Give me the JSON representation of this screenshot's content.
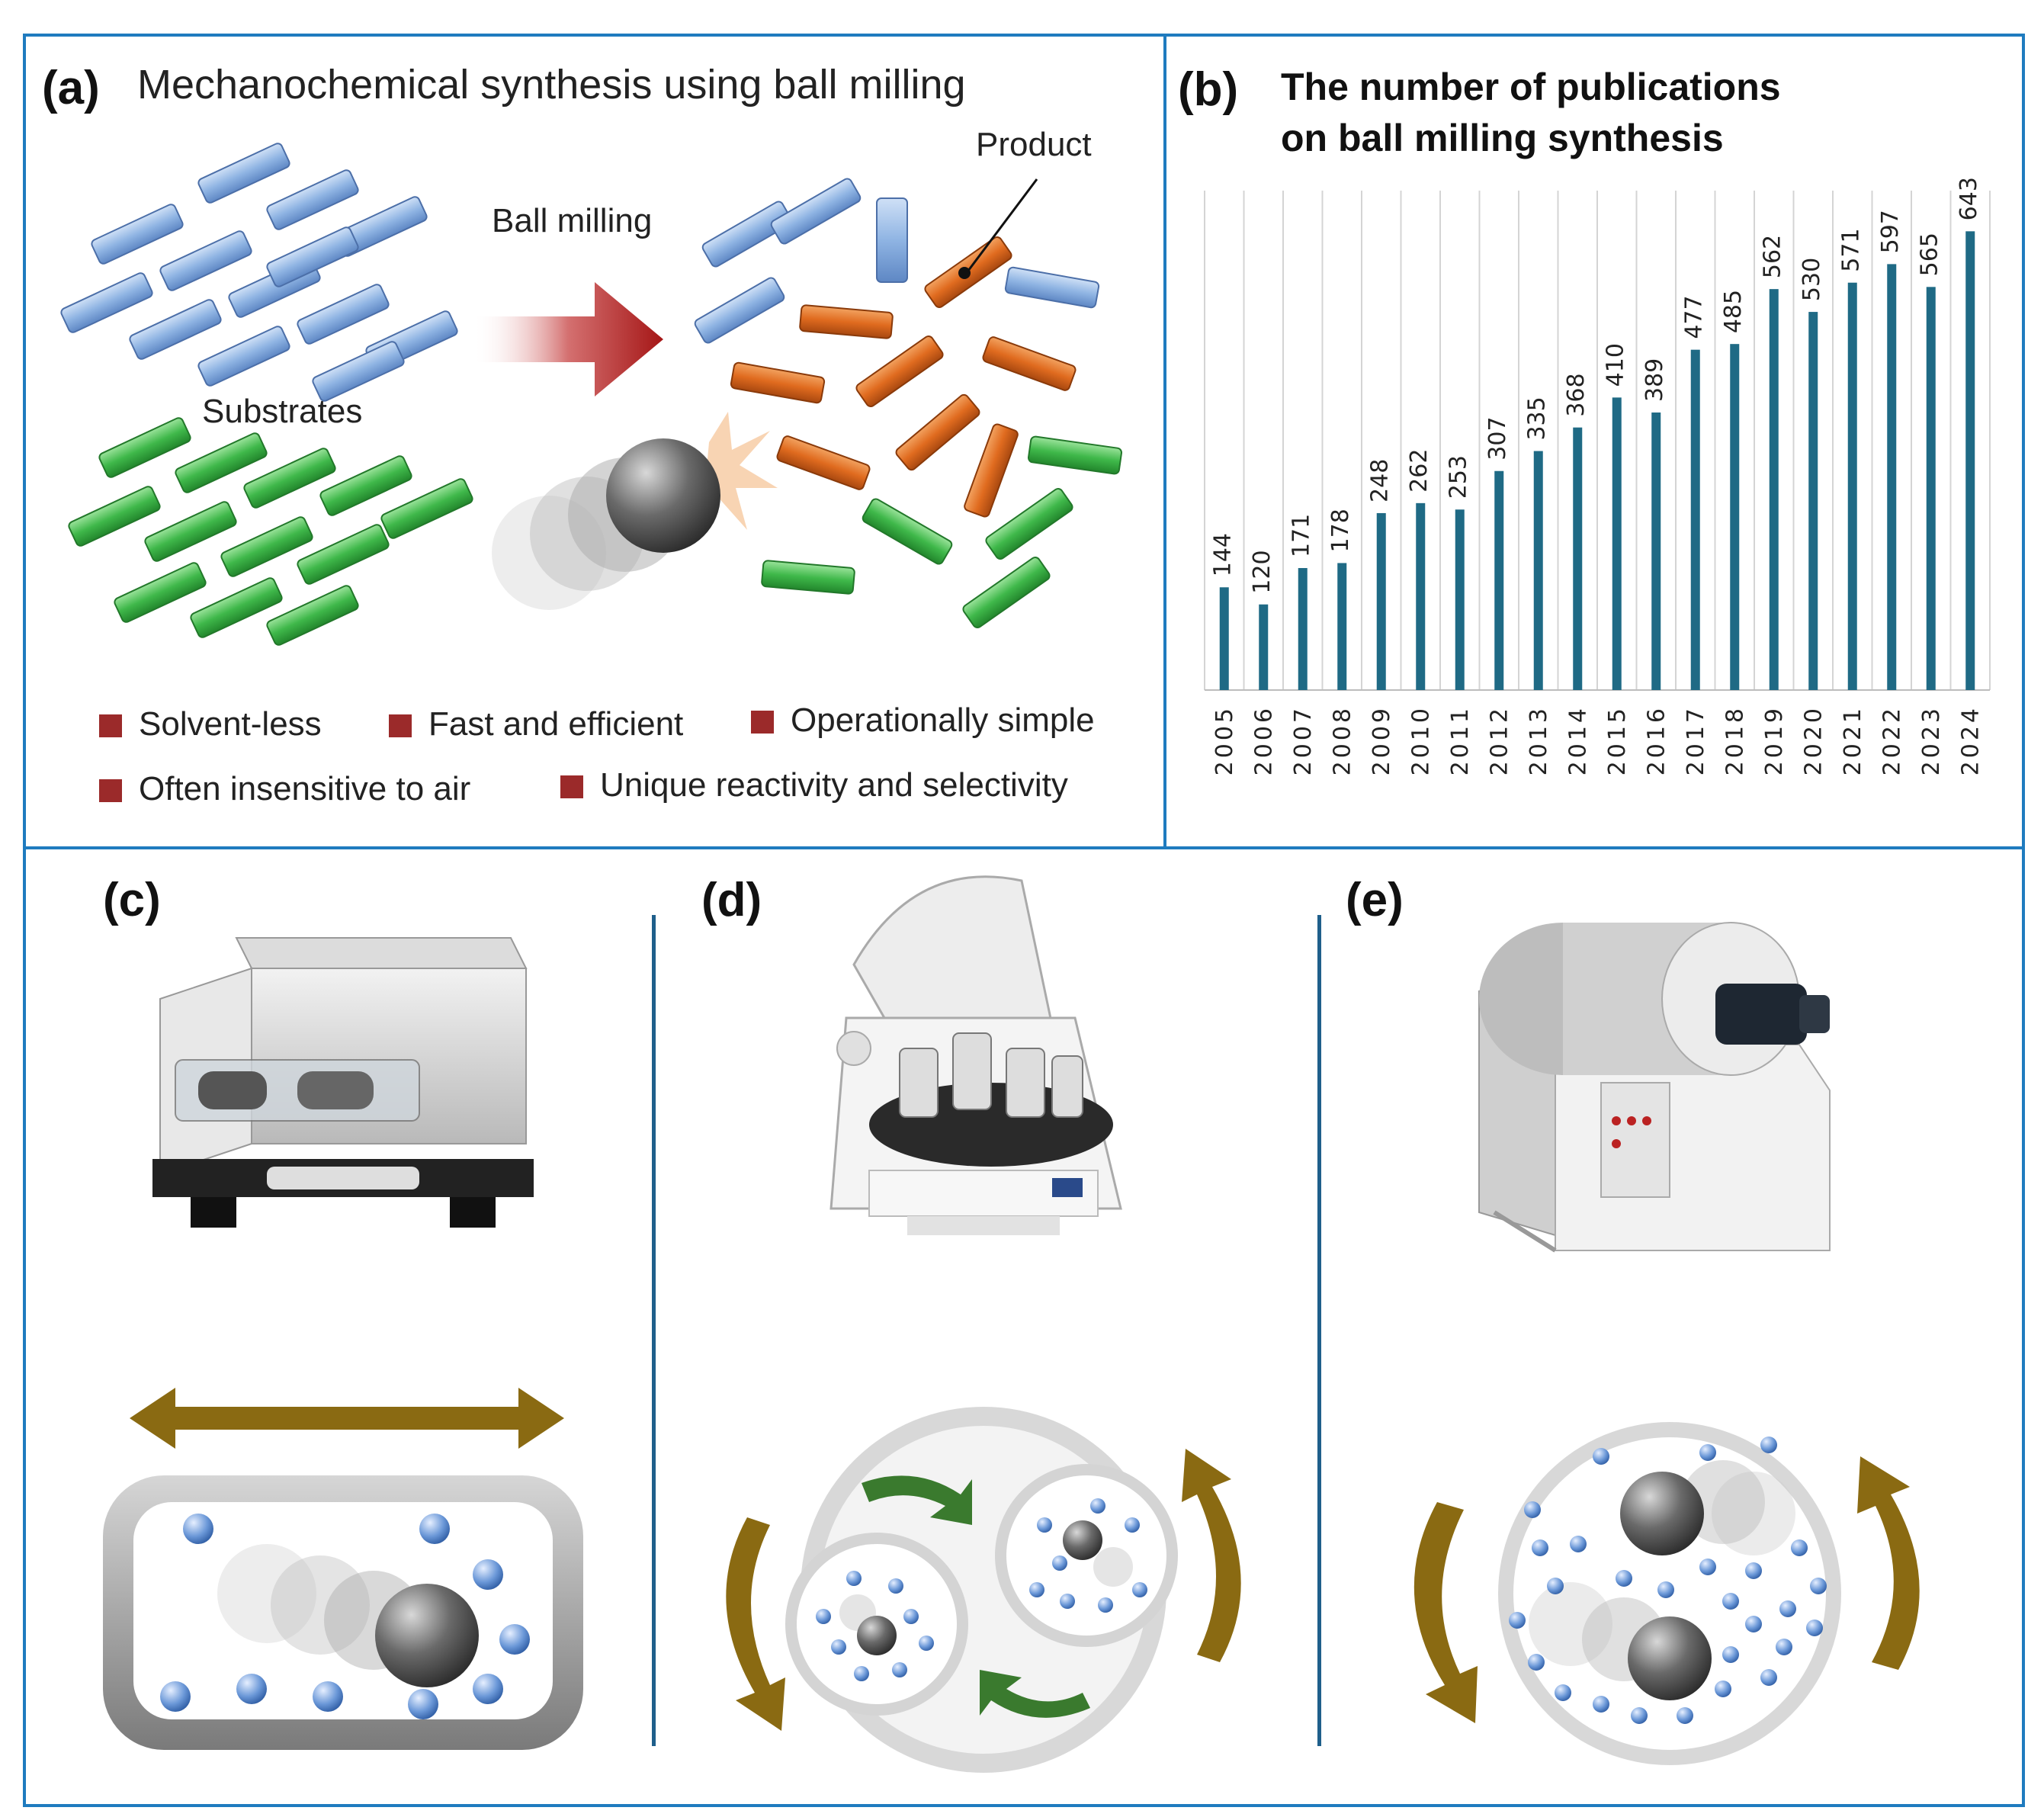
{
  "panel_a": {
    "label": "(a)",
    "title": "Mechanochemical synthesis using ball milling",
    "substrates_label": "Substrates",
    "ball_milling_label": "Ball milling",
    "product_label": "Product",
    "features": [
      "Solvent-less",
      "Fast and efficient",
      "Operationally simple",
      "Often insensitive to air",
      "Unique reactivity and selectivity"
    ],
    "colors": {
      "blue": "#8fb4e3",
      "green": "#3fb84a",
      "orange": "#e06b1f",
      "arrow": "#b01e1e",
      "bullet": "#9b2a2a"
    }
  },
  "panel_b": {
    "label": "(b)",
    "title_line1": "The number of publications",
    "title_line2": "on ball milling synthesis"
  },
  "chart_data": {
    "type": "bar",
    "title": "The number of publications on ball milling synthesis",
    "categories": [
      "2005",
      "2006",
      "2007",
      "2008",
      "2009",
      "2010",
      "2011",
      "2012",
      "2013",
      "2014",
      "2015",
      "2016",
      "2017",
      "2018",
      "2019",
      "2020",
      "2021",
      "2022",
      "2023",
      "2024"
    ],
    "values": [
      144,
      120,
      171,
      178,
      248,
      262,
      253,
      307,
      335,
      368,
      410,
      389,
      477,
      485,
      562,
      530,
      571,
      597,
      565,
      643
    ],
    "ylim": [
      0,
      700
    ],
    "grid": true,
    "bar_color": "#1f6a85"
  },
  "panel_c": {
    "label": "(c)",
    "equipment_icon": "mixer-mill-icon",
    "motion": "horizontal shaking"
  },
  "panel_d": {
    "label": "(d)",
    "equipment_icon": "planetary-ball-mill-icon",
    "motion": "planetary rotation"
  },
  "panel_e": {
    "label": "(e)",
    "equipment_icon": "drum-ball-mill-icon",
    "motion": "tumbling rotation"
  },
  "colors": {
    "frame": "#1f7bbf",
    "motion_arrow": "#8a6a12",
    "rotation_arrow": "#3a7a2e",
    "media_ball": "#6b98d8"
  }
}
